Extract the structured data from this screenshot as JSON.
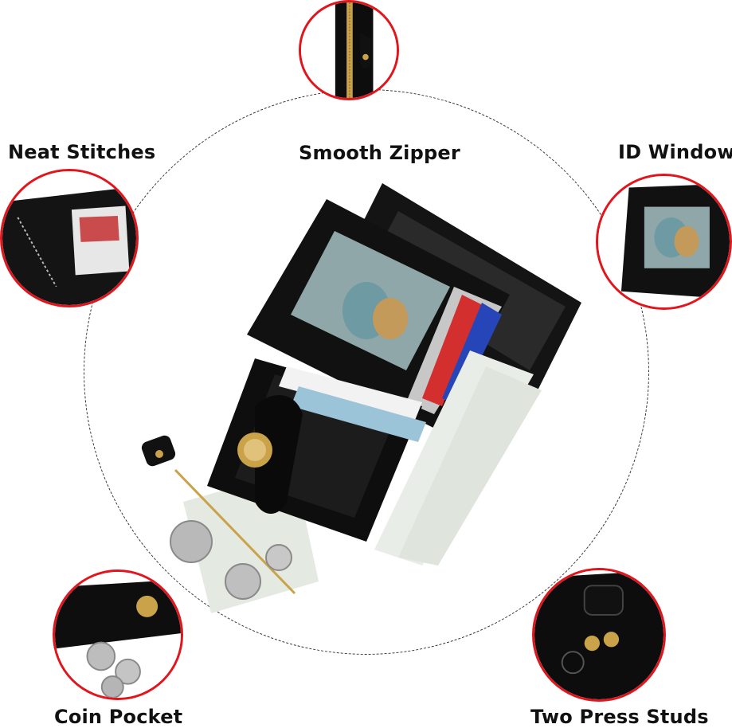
{
  "features": [
    {
      "id": "neat-stitches",
      "label": "Neat Stitches"
    },
    {
      "id": "smooth-zipper",
      "label": "Smooth Zipper"
    },
    {
      "id": "id-window",
      "label": "ID Window"
    },
    {
      "id": "coin-pocket",
      "label": "Coin Pocket"
    },
    {
      "id": "two-press-studs",
      "label": "Two Press Studs"
    }
  ],
  "colors": {
    "accent_ring": "#e3141c",
    "wallet_leather": "#0e0e0e",
    "hardware_gold": "#c9a24a",
    "dashed_circle": "#333333"
  }
}
